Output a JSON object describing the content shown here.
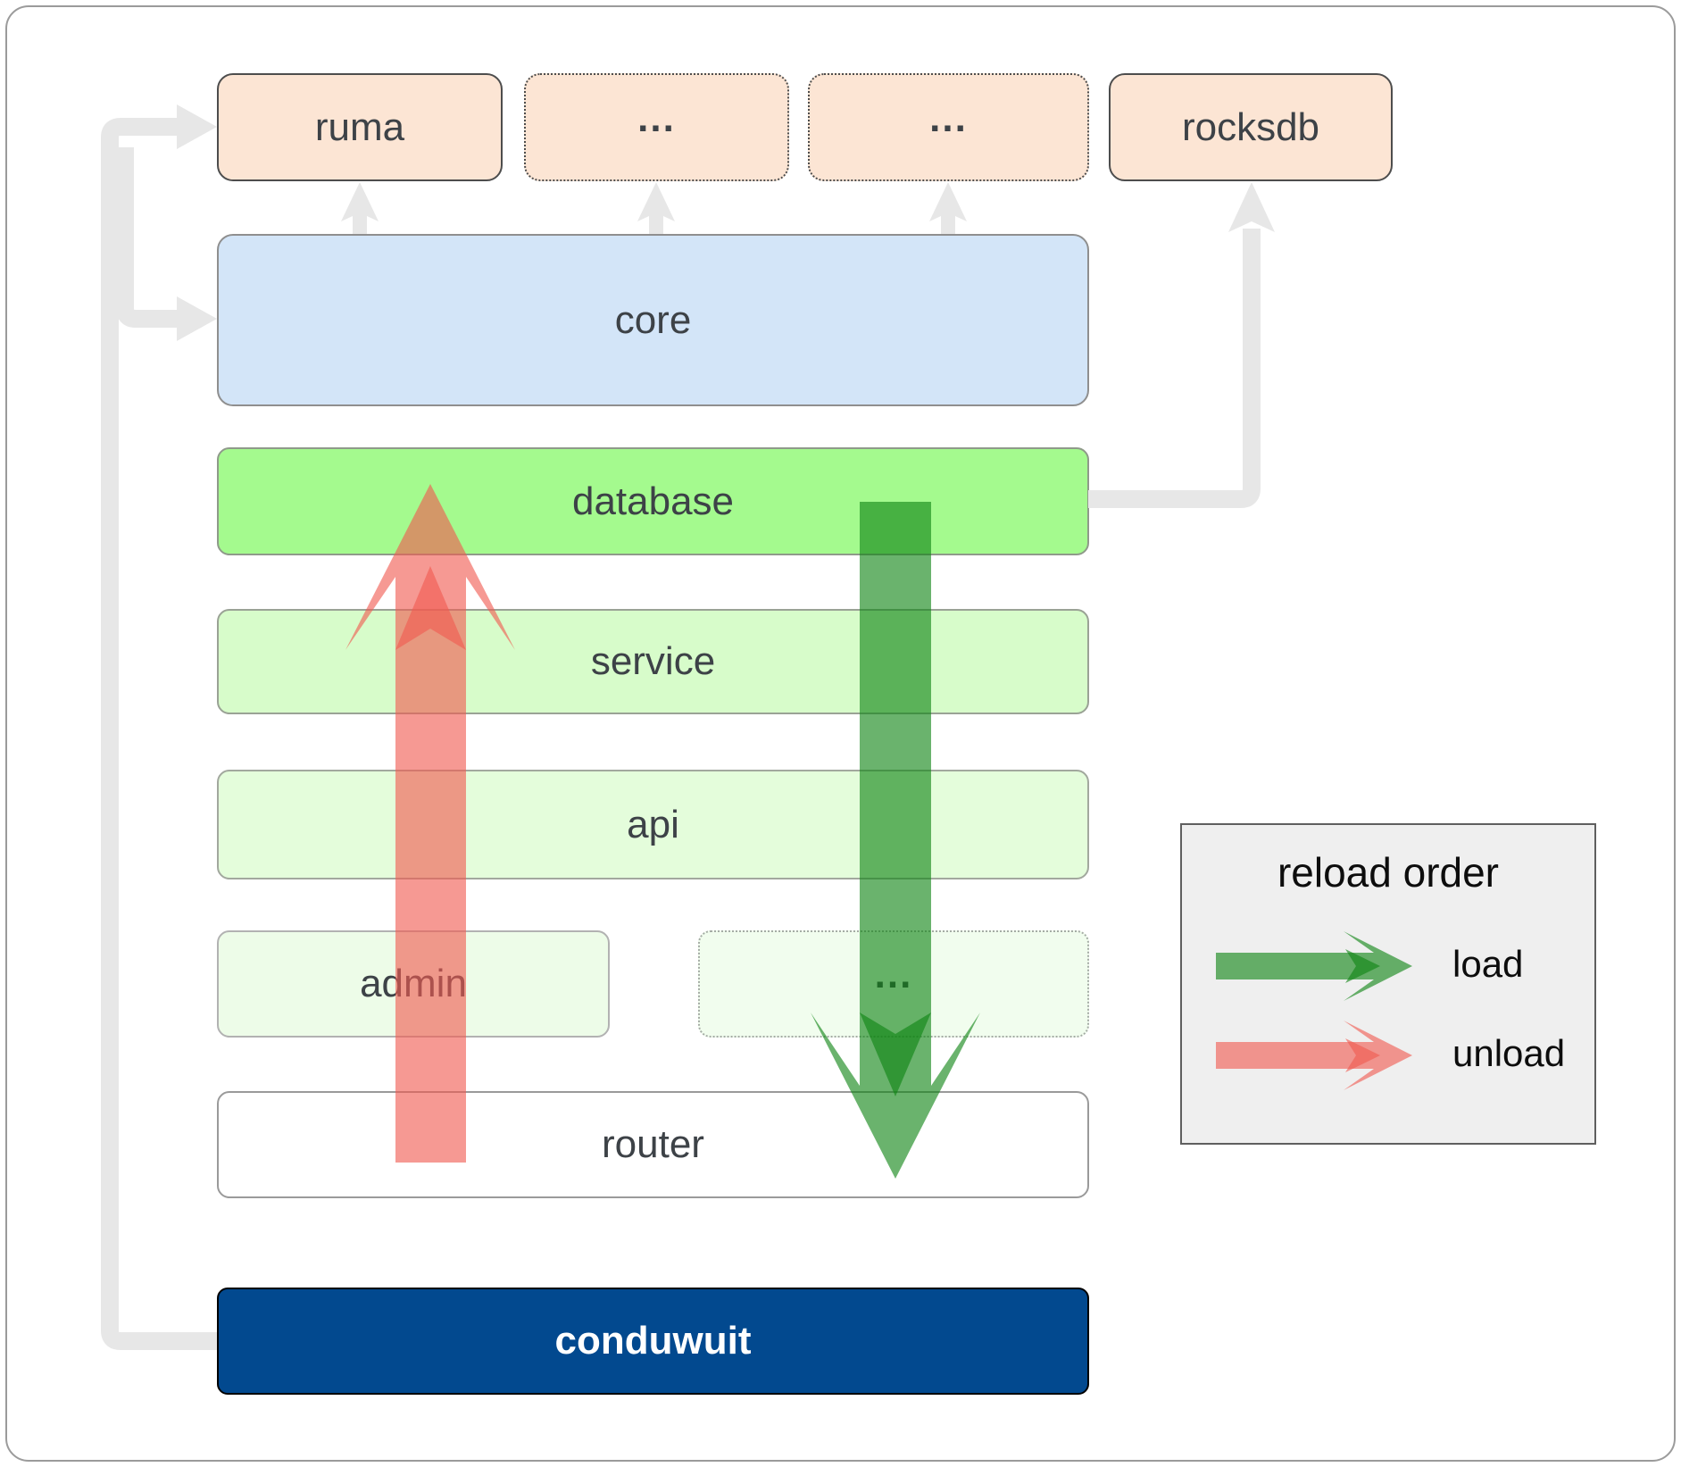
{
  "boxes": {
    "ruma": {
      "label": "ruma"
    },
    "dots_top_1": {
      "label": "..."
    },
    "dots_top_2": {
      "label": "..."
    },
    "rocksdb": {
      "label": "rocksdb"
    },
    "core": {
      "label": "core"
    },
    "database": {
      "label": "database"
    },
    "service": {
      "label": "service"
    },
    "api": {
      "label": "api"
    },
    "admin": {
      "label": "admin"
    },
    "dots_middle": {
      "label": "..."
    },
    "router": {
      "label": "router"
    },
    "conduwuit": {
      "label": "conduwuit"
    }
  },
  "legend": {
    "title": "reload order",
    "items": [
      {
        "label": "load",
        "color": "green"
      },
      {
        "label": "unload",
        "color": "red"
      }
    ]
  },
  "colors": {
    "load_arrow": "rgba(15,132,20,0.62)",
    "unload_arrow": "rgba(240,90,80,0.62)",
    "connector": "#e7e7e7",
    "conduwuit_bg": "#02498f",
    "database_bg": "#a4fa8e",
    "core_bg": "#d3e5f8",
    "module_bg": "#fce5d4",
    "legend_bg": "#efefef"
  }
}
